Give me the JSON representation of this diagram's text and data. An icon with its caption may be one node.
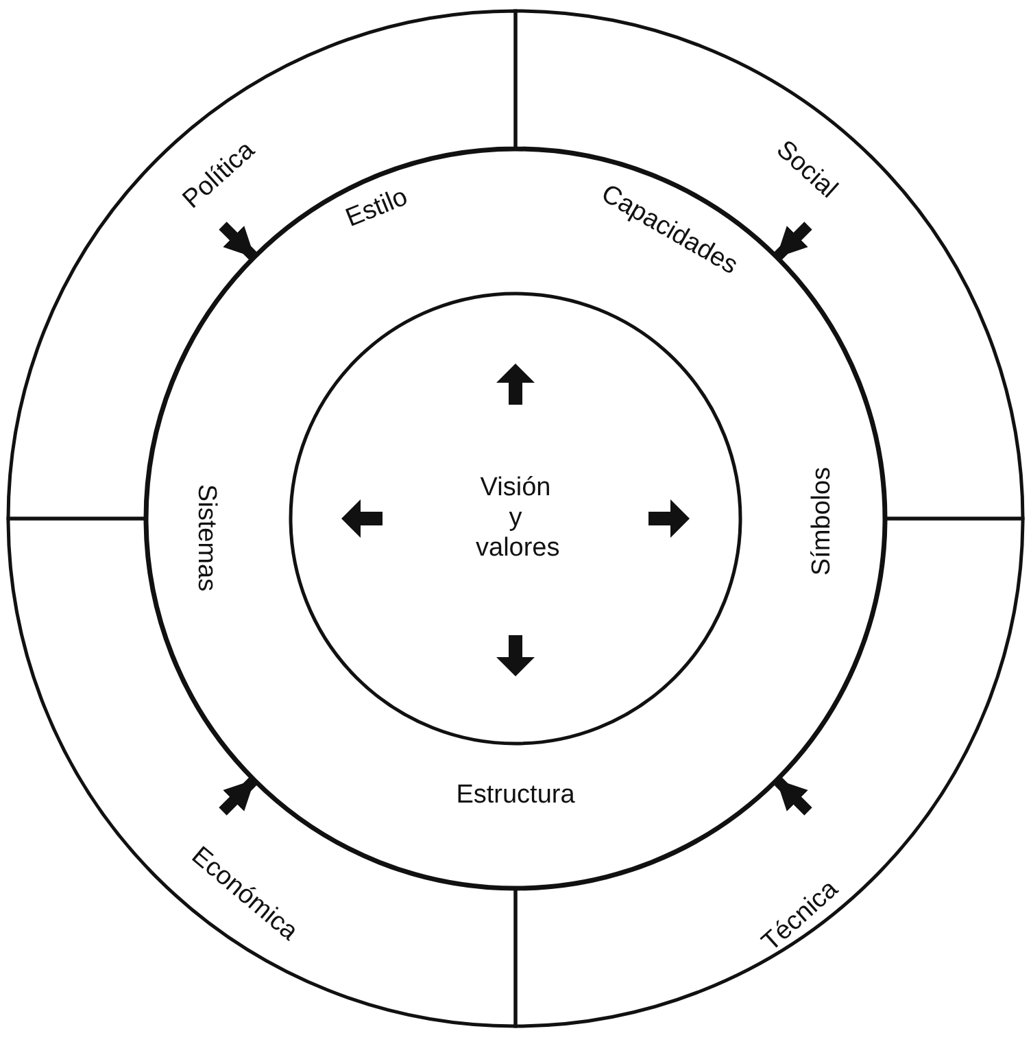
{
  "diagram": {
    "nodes": [
      {
        "text": [
          "Política"
        ]
      },
      {
        "text": [
          "Social"
        ]
      },
      {
        "text": [
          "Económica"
        ]
      },
      {
        "text": [
          "Técnica"
        ]
      },
      {
        "text": [
          "Estilo",
          "Capacidades",
          "Sistemas",
          "Símbolos",
          "Estructura"
        ]
      },
      {
        "text": [
          "Visión y valores"
        ],
        "in": 4
      }
    ],
    "edges": [
      {
        "from": 0,
        "to": 4,
        "arrow": "to"
      },
      {
        "from": 1,
        "to": 4,
        "arrow": "to"
      },
      {
        "from": 2,
        "to": 4,
        "arrow": "to"
      },
      {
        "from": 3,
        "to": 4,
        "arrow": "to"
      }
    ]
  }
}
